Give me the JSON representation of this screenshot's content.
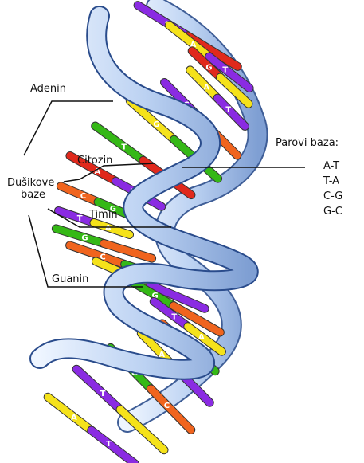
{
  "labels": {
    "adenin": "Adenin",
    "citozin": "Citozin",
    "dusikove": "Dušikove",
    "baze": "baze",
    "timin": "Timin",
    "guanin": "Guanin",
    "parovi": "Parovi baza:"
  },
  "pairs": [
    "A-T",
    "T-A",
    "C-G",
    "G-C"
  ],
  "colors": {
    "A": "#f5e21a",
    "T": "#8a2be2",
    "C": "#f0641e",
    "G": "#35b816",
    "Gred": "#e0291c",
    "ribbon": "#c9dcf5",
    "ribbon_edge": "#2a4c8c"
  },
  "rungs": [
    {
      "l": "T",
      "r": "Gred",
      "letters": [
        "G"
      ]
    },
    {
      "l": "A",
      "r": "T",
      "letters": [
        "A",
        "T"
      ]
    },
    {
      "l": "Gred",
      "r": "A",
      "letters": [
        "G"
      ]
    },
    {
      "l": "A",
      "r": "T",
      "letters": [
        "A",
        "T"
      ]
    },
    {
      "l": "T",
      "r": "C",
      "letters": [
        "C"
      ]
    },
    {
      "l": "A",
      "r": "G",
      "letters": [
        "G"
      ]
    },
    {
      "l": "G",
      "r": "Gred",
      "letters": [
        "T"
      ]
    },
    {
      "l": "Gred",
      "r": "T",
      "letters": [
        "A",
        "T"
      ]
    },
    {
      "l": "C",
      "r": "G",
      "letters": [
        "C",
        "G"
      ]
    },
    {
      "l": "T",
      "r": "A",
      "letters": [
        "T",
        "A"
      ]
    },
    {
      "l": "G",
      "r": "C",
      "letters": [
        "G"
      ]
    },
    {
      "l": "C",
      "r": "G",
      "letters": [
        "C"
      ]
    },
    {
      "l": "A",
      "r": "T",
      "letters": [
        "A"
      ]
    },
    {
      "l": "G",
      "r": "C",
      "letters": [
        "G"
      ]
    },
    {
      "l": "T",
      "r": "A",
      "letters": [
        "T",
        "A"
      ]
    },
    {
      "l": "C",
      "r": "G",
      "letters": [
        "C"
      ]
    },
    {
      "l": "A",
      "r": "T",
      "letters": [
        "A"
      ]
    },
    {
      "l": "G",
      "r": "C",
      "letters": [
        "G",
        "C"
      ]
    },
    {
      "l": "T",
      "r": "A",
      "letters": [
        "T"
      ]
    },
    {
      "l": "A",
      "r": "T",
      "letters": [
        "A",
        "T"
      ]
    }
  ]
}
